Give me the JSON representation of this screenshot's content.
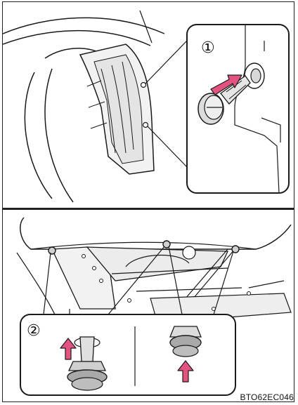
{
  "figure": {
    "step_one_marker": "①",
    "step_two_marker": "②",
    "image_code": "BTO62EC046",
    "colors": {
      "line": "#1a1a1a",
      "arrow": "#e2547f",
      "fill_light": "#f2f2f2",
      "fill_mid": "#d8d8d8",
      "fill_dark": "#a9a9a9"
    },
    "icons": [
      "clip-pull-arrow-icon",
      "clip-push-arrow-icon",
      "clip-push-up-arrow-icon"
    ]
  }
}
